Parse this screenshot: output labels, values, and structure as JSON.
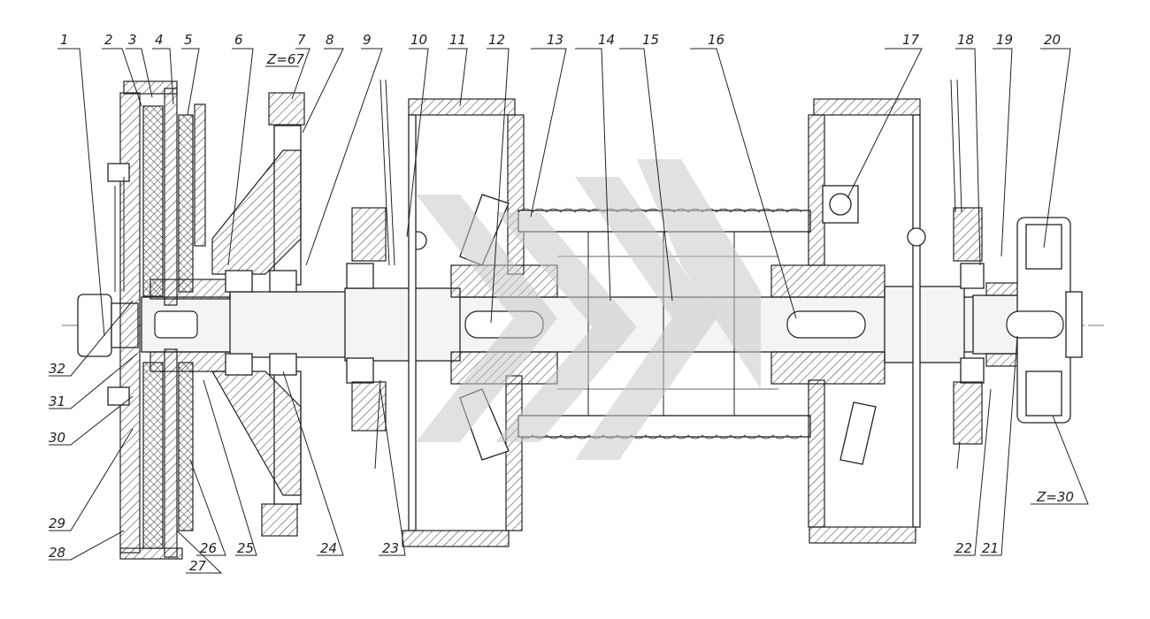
{
  "labels": {
    "top": [
      "1",
      "2",
      "3",
      "4",
      "5",
      "6",
      "7",
      "8",
      "9",
      "10",
      "11",
      "12",
      "13",
      "14",
      "15",
      "16",
      "17",
      "18",
      "19",
      "20"
    ],
    "left": [
      "32",
      "31",
      "30",
      "29",
      "28"
    ],
    "bottom": [
      "27",
      "26",
      "25",
      "24",
      "23",
      "22",
      "21"
    ]
  },
  "annotations": {
    "z_top": "Z=67",
    "z_bottom": "Z=30"
  }
}
